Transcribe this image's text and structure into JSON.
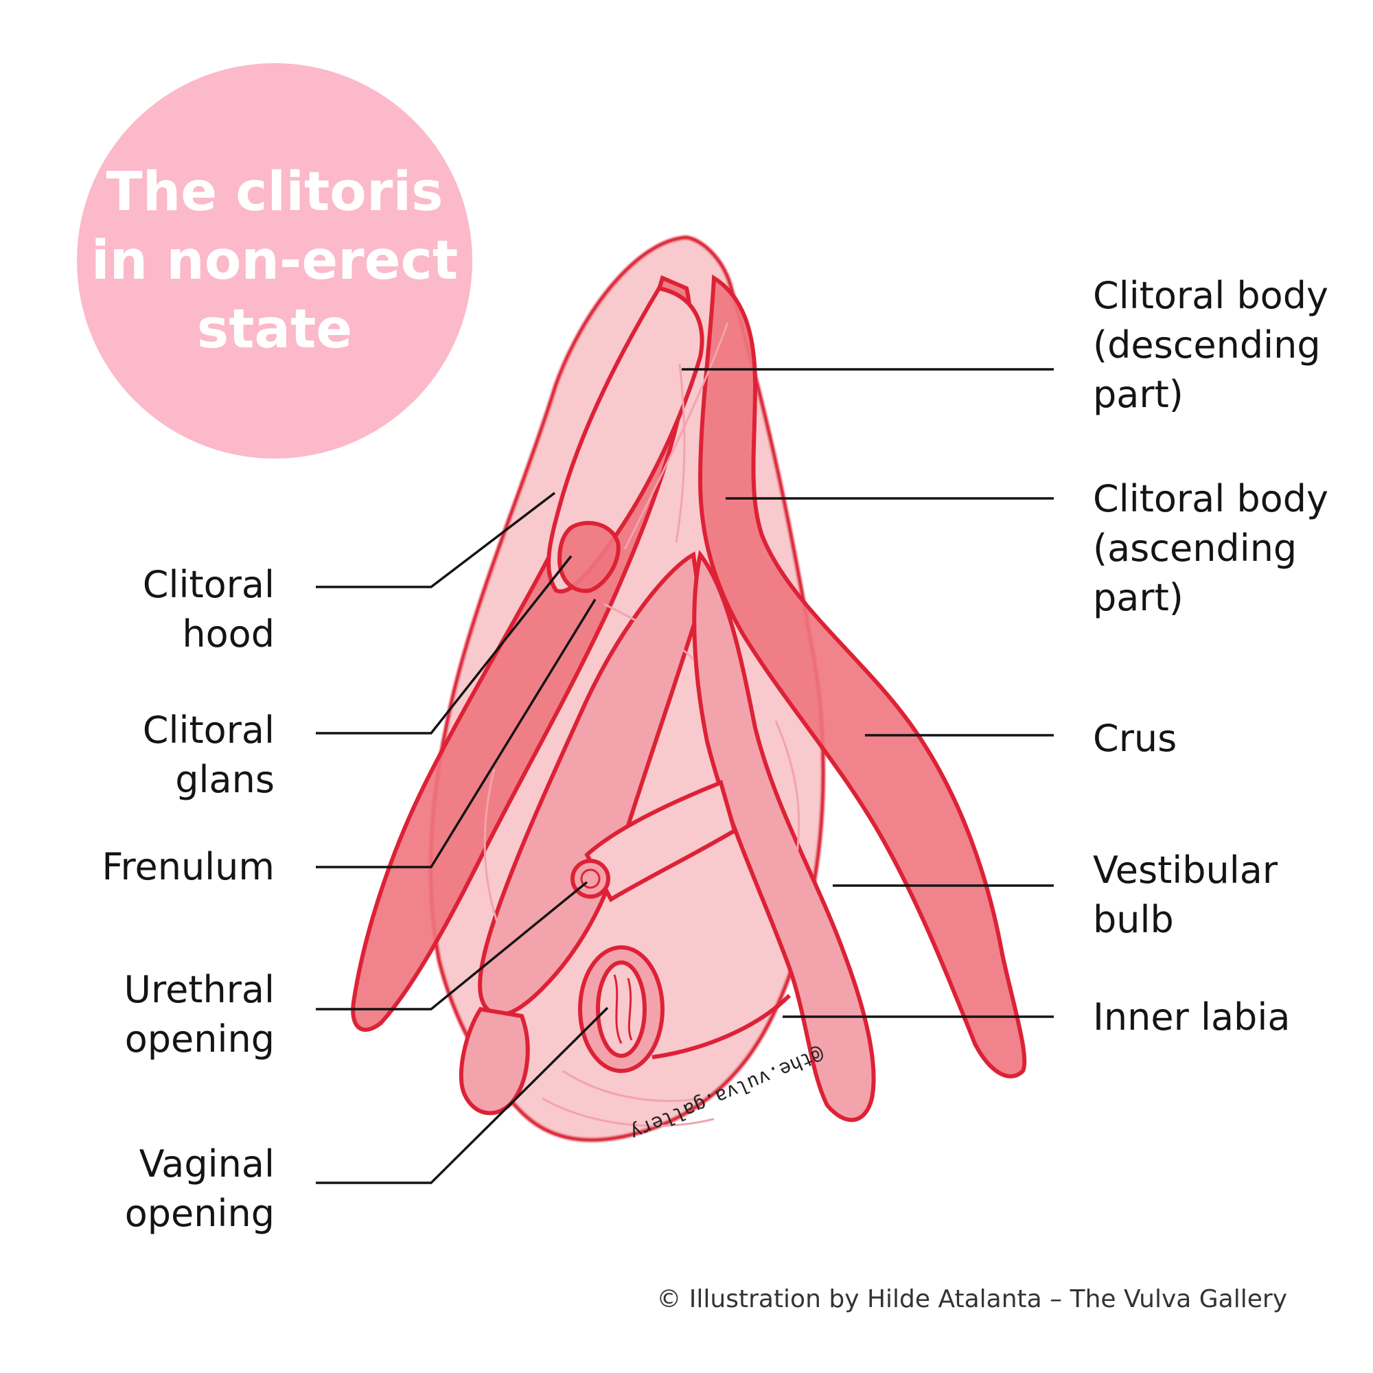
{
  "colors": {
    "badge": "#fbb9ca",
    "outline": "#dd2236",
    "erectile": "#ee7580",
    "tissue_light": "#f8c9cd",
    "tissue_mid": "#f3a3ac",
    "leader": "#141414"
  },
  "badge": {
    "lines": [
      "The clitoris",
      "in non-erect",
      "state"
    ]
  },
  "labels": {
    "clitoral_hood": [
      "Clitoral",
      "hood"
    ],
    "clitoral_glans": [
      "Clitoral",
      "glans"
    ],
    "frenulum": [
      "Frenulum"
    ],
    "urethral_opening": [
      "Urethral",
      "opening"
    ],
    "vaginal_opening": [
      "Vaginal",
      "opening"
    ],
    "clitoral_body_descending": [
      "Clitoral body",
      "(descending",
      "part)"
    ],
    "clitoral_body_ascending": [
      "Clitoral body",
      "(ascending",
      "part)"
    ],
    "crus": [
      "Crus"
    ],
    "vestibular_bulb": [
      "Vestibular",
      "bulb"
    ],
    "inner_labia": [
      "Inner labia"
    ]
  },
  "watermark": "@the.vulva.gallery",
  "credit": "© Illustration by Hilde Atalanta – The Vulva Gallery"
}
